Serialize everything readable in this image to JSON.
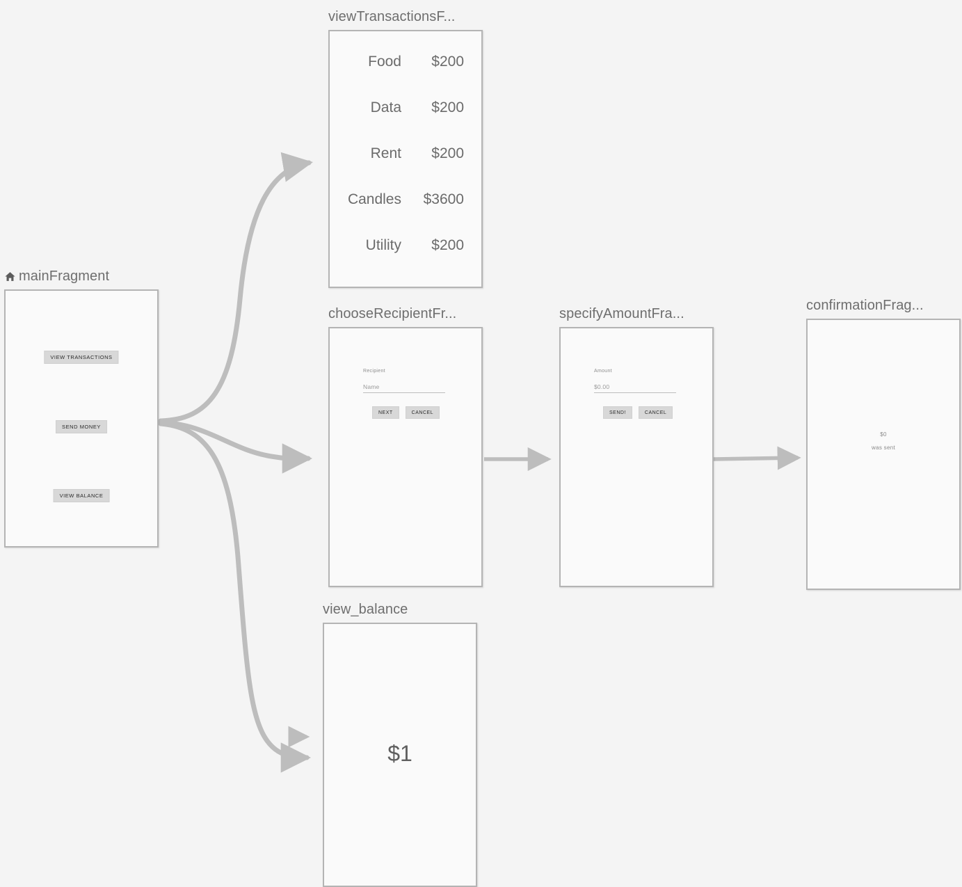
{
  "canvas": {
    "background": "#f4f4f4",
    "panel_fill": "#fafafa",
    "panel_border": "#b4b4b4",
    "edge_color": "#bdbdbd",
    "title_color": "#6e6e6e",
    "button_fill": "#d8d8d8"
  },
  "nodes": {
    "main": {
      "title": "mainFragment",
      "start_icon": "home-icon",
      "buttons": [
        {
          "label": "VIEW TRANSACTIONS"
        },
        {
          "label": "SEND MONEY"
        },
        {
          "label": "VIEW BALANCE"
        }
      ]
    },
    "transactions": {
      "title": "viewTransactionsF...",
      "rows": [
        {
          "label": "Food",
          "amount": "$200"
        },
        {
          "label": "Data",
          "amount": "$200"
        },
        {
          "label": "Rent",
          "amount": "$200"
        },
        {
          "label": "Candles",
          "amount": "$3600"
        },
        {
          "label": "Utility",
          "amount": "$200"
        }
      ]
    },
    "recipient": {
      "title": "chooseRecipientFr...",
      "field_label": "Recipient",
      "field_placeholder": "Name",
      "primary_button": "NEXT",
      "secondary_button": "CANCEL"
    },
    "amount": {
      "title": "specifyAmountFra...",
      "field_label": "Amount",
      "field_placeholder": "$0.00",
      "primary_button": "SEND!",
      "secondary_button": "CANCEL"
    },
    "confirmation": {
      "title": "confirmationFrag...",
      "amount": "$0",
      "subtitle": "was sent"
    },
    "balance": {
      "title": "view_balance",
      "amount": "$1"
    }
  }
}
